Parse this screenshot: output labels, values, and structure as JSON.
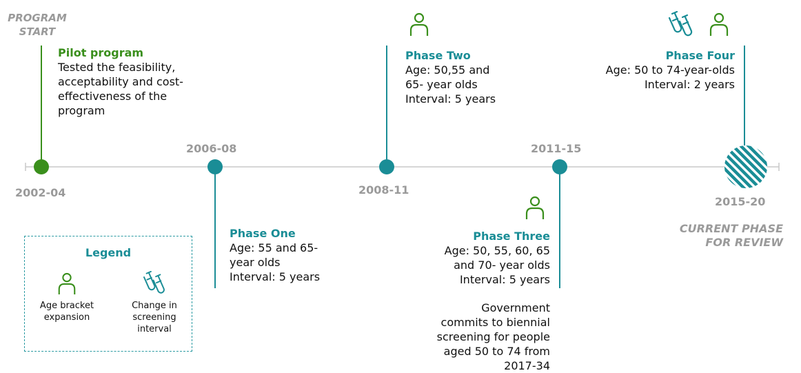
{
  "colors": {
    "green": "#3a8f1c",
    "teal": "#1a8d96",
    "grey": "#9a9a9a",
    "axis": "#c8c8c8"
  },
  "program_start": {
    "line1": "PROGRAM",
    "line2": "START"
  },
  "current_phase": {
    "line1": "CURRENT PHASE",
    "line2": "FOR REVIEW"
  },
  "dates": {
    "d1": "2002-04",
    "d2": "2006-08",
    "d3": "2008-11",
    "d4": "2011-15",
    "d5": "2015-20"
  },
  "pilot": {
    "title": "Pilot program",
    "lines": [
      "Tested the feasibility,",
      "acceptability and cost-",
      "effectiveness of the",
      "program"
    ]
  },
  "phase_one": {
    "title": "Phase One",
    "lines": [
      "Age: 55 and 65-",
      "year olds",
      "Interval: 5 years"
    ]
  },
  "phase_two": {
    "title": "Phase Two",
    "lines": [
      "Age: 50,55 and",
      "65- year olds",
      "Interval: 5 years"
    ]
  },
  "phase_three": {
    "title": "Phase Three",
    "lines": [
      "Age: 50, 55, 60, 65",
      "and 70- year olds",
      "Interval: 5 years"
    ]
  },
  "phase_four": {
    "title": "Phase Four",
    "lines": [
      "Age: 50 to 74-year-olds",
      "Interval: 2 years"
    ]
  },
  "government": {
    "lines": [
      "Government",
      "commits to biennial",
      "screening for people",
      "aged 50 to 74 from",
      "2017-34"
    ]
  },
  "legend": {
    "title": "Legend",
    "age_caption": [
      "Age bracket",
      "expansion"
    ],
    "interval_caption": [
      "Change in",
      "screening",
      "interval"
    ]
  },
  "icons": {
    "person": "person-icon",
    "test_tubes": "test-tubes-icon"
  }
}
